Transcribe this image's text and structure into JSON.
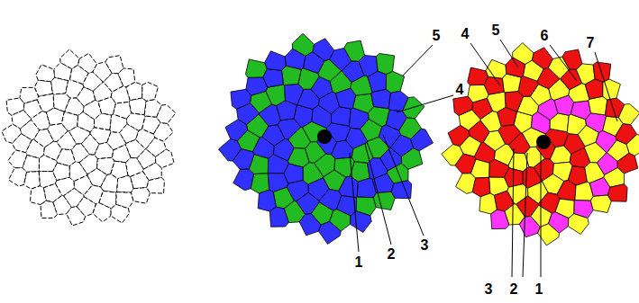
{
  "diagram": {
    "labels": [
      "5",
      "4",
      "1",
      "2",
      "3",
      "4",
      "5",
      "6",
      "7",
      "3",
      "2",
      "1"
    ]
  }
}
